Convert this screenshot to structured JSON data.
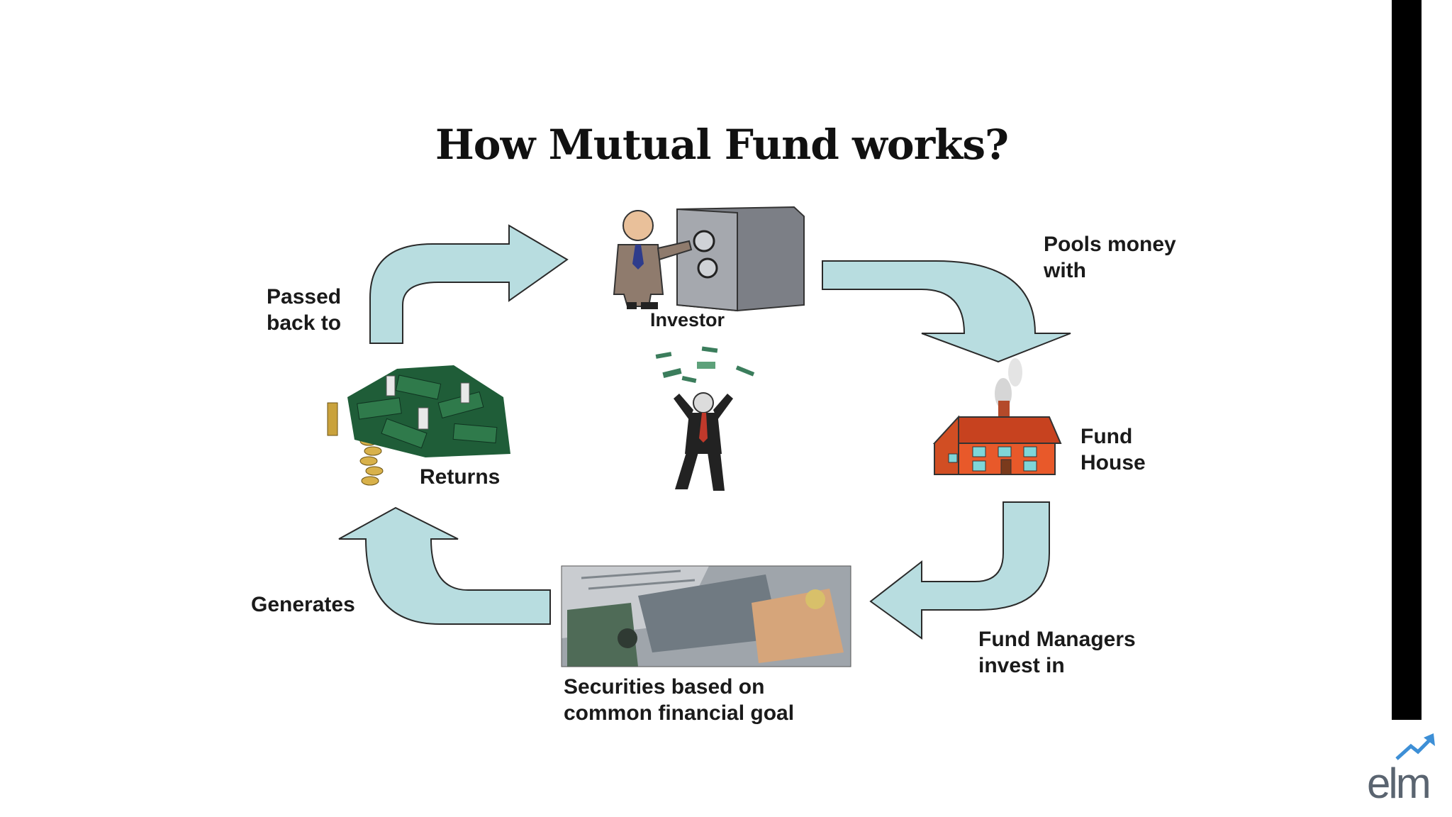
{
  "title": "How Mutual Fund works?",
  "labels": {
    "investor": "Investor",
    "pools": "Pools money\nwith",
    "fund_house": "Fund\nHouse",
    "fund_managers": "Fund Managers\ninvest in",
    "securities": "Securities based on\ncommon financial goal",
    "generates": "Generates",
    "returns": "Returns",
    "passed_back": "Passed\nback to"
  },
  "logo": {
    "text": "elm"
  },
  "colors": {
    "arrow_fill": "#b8dde0",
    "arrow_stroke": "#2a2a2a",
    "house": "#e8592a",
    "side_bar": "#000000"
  },
  "icons": [
    "investor-with-safe",
    "fund-house",
    "securities-photo",
    "money-pile",
    "excited-man",
    "elm-logo"
  ]
}
